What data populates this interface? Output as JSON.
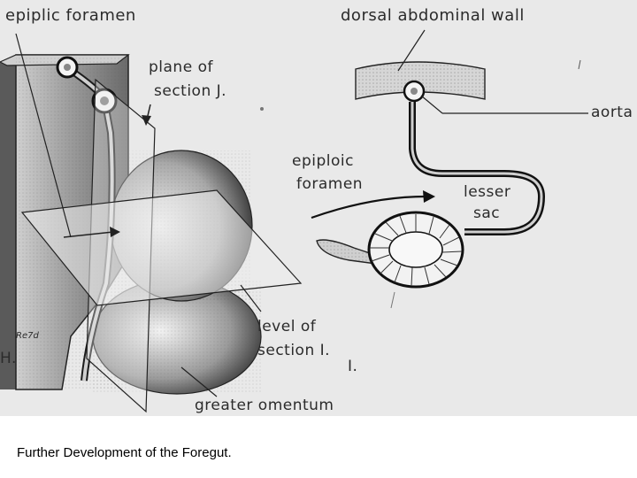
{
  "diagram": {
    "labels": {
      "epiploic_foramen_top": "epiplic foramen",
      "dorsal_abdominal_wall": "dorsal abdominal wall",
      "plane_of": "plane of",
      "section_j": "section J.",
      "aorta": "aorta",
      "epiploic": "epiploic",
      "foramen": "foramen",
      "lesser": "lesser",
      "sac": "sac",
      "level_of": "level of",
      "section_i": "section I.",
      "fig_i": "I.",
      "fig_h": "H.",
      "signature": "Re7d",
      "greater_omentum": "greater omentum"
    }
  },
  "caption": "Further Development of the Foregut."
}
